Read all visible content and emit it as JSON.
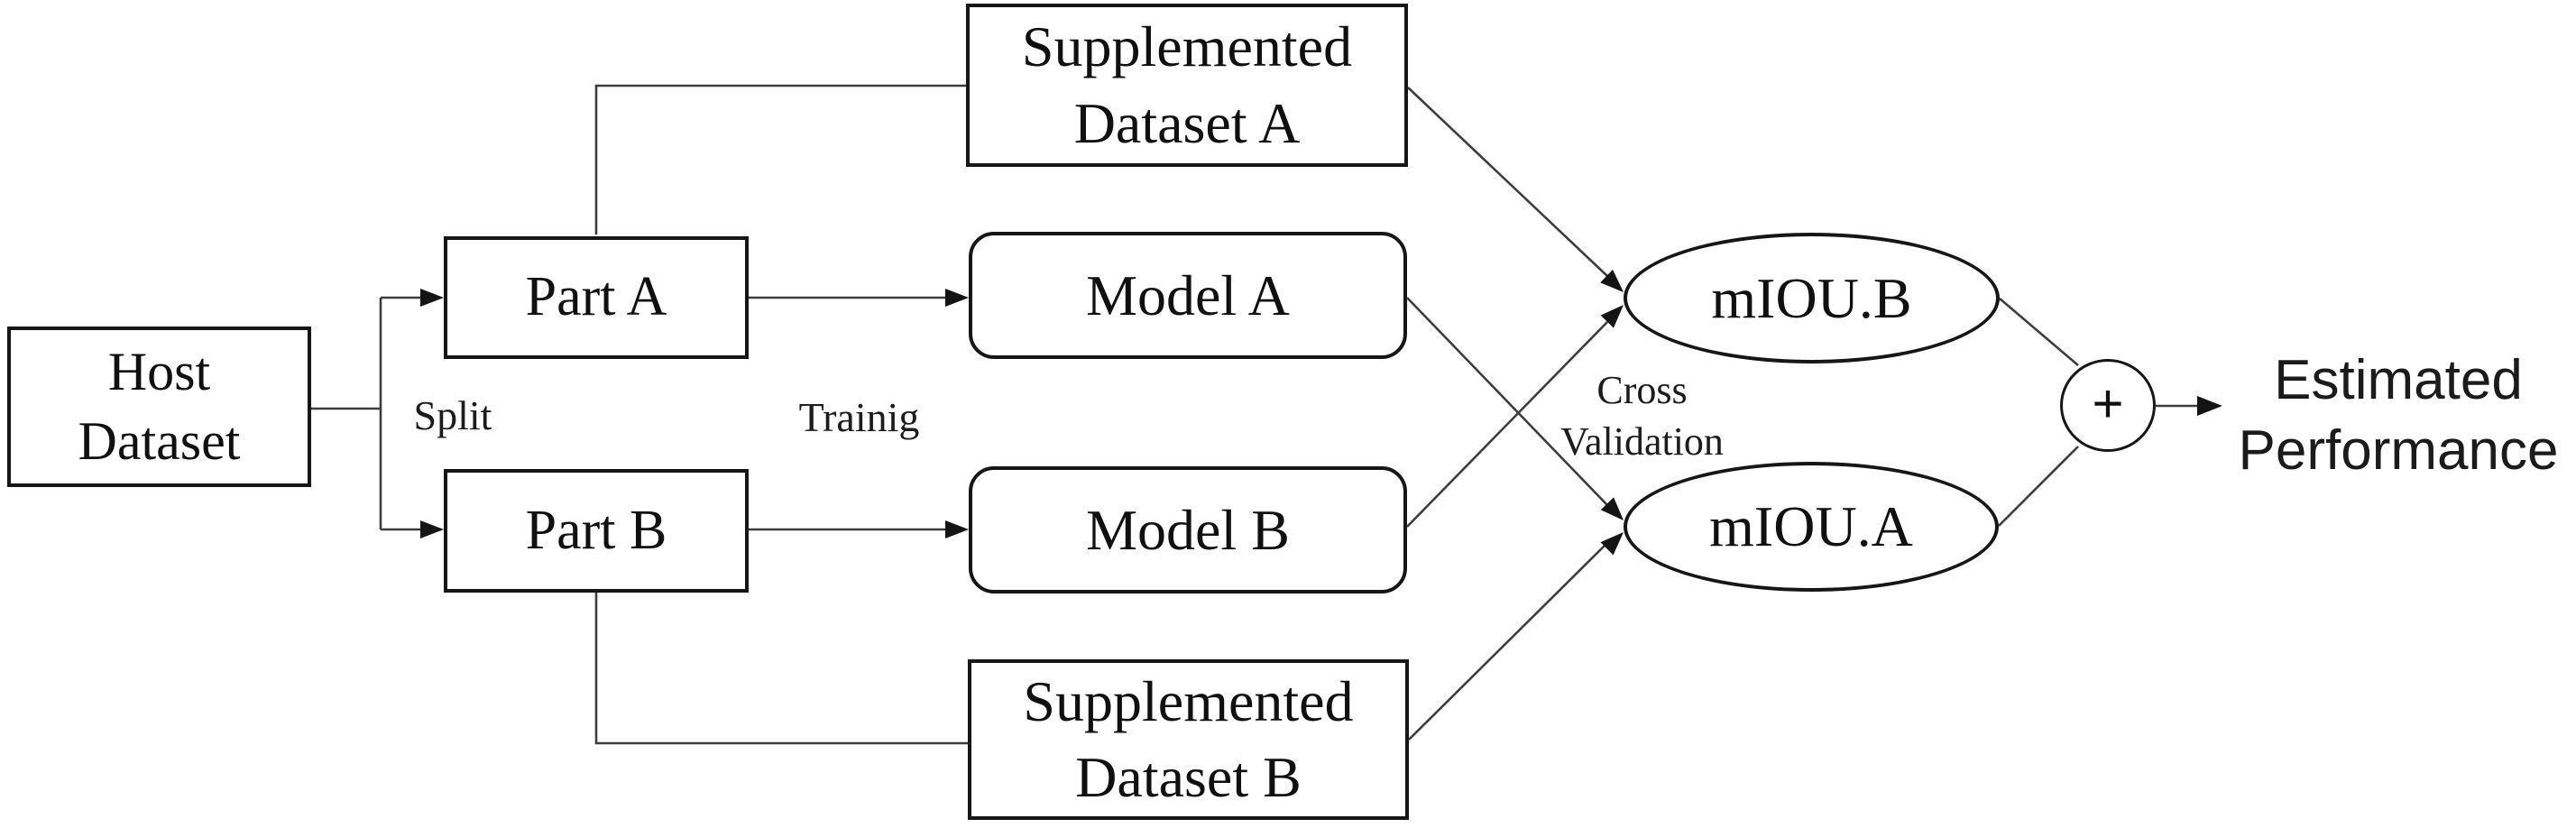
{
  "diagram": {
    "title": "cross-validation performance estimation flow",
    "colors": {
      "background": "#ffffff",
      "node_border": "#161616",
      "connector": "#3d3d3d",
      "arrowhead": "#141414",
      "text": "#101010"
    }
  },
  "nodes": {
    "host": {
      "line1": "Host",
      "line2": "Dataset"
    },
    "part_a": {
      "label": "Part A"
    },
    "part_b": {
      "label": "Part B"
    },
    "supp_a": {
      "line1": "Supplemented",
      "line2": "Dataset A"
    },
    "model_a": {
      "label": "Model A"
    },
    "model_b": {
      "label": "Model B"
    },
    "supp_b": {
      "line1": "Supplemented",
      "line2": "Dataset B"
    },
    "miou_b": {
      "label": "mIOU.B"
    },
    "miou_a": {
      "label": "mIOU.A"
    },
    "sum": {
      "label": "+"
    },
    "output": {
      "line1": "Estimated",
      "line2": "Performance"
    }
  },
  "edge_labels": {
    "split": "Split",
    "training": "Trainig",
    "cross_line1": "Cross",
    "cross_line2": "Validation"
  }
}
